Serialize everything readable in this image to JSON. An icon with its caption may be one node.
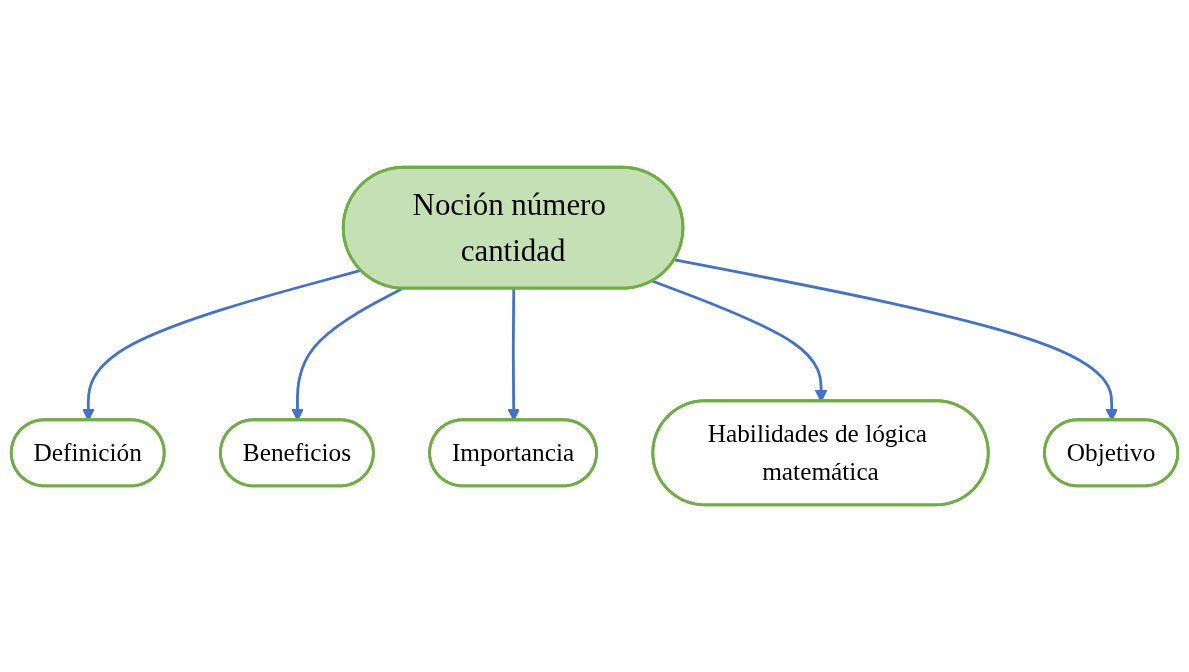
{
  "diagram": {
    "nodes": [
      {
        "text": [
          "Definición"
        ]
      },
      {
        "text": [
          "Beneficios"
        ]
      },
      {
        "text": [
          "Noción número cantidad"
        ]
      },
      {
        "text": [
          "Importancia"
        ]
      },
      {
        "text": [
          "Habilidades de lógica matemática"
        ]
      },
      {
        "text": [
          "Objetivo"
        ]
      }
    ],
    "edges": [
      {
        "from": 2,
        "to": 0,
        "arrow": "to"
      },
      {
        "from": 2,
        "to": 1,
        "arrow": "to"
      },
      {
        "from": 2,
        "to": 3,
        "arrow": "to"
      },
      {
        "from": 2,
        "to": 4,
        "arrow": "to"
      },
      {
        "from": 2,
        "to": 5,
        "arrow": "to"
      }
    ]
  }
}
